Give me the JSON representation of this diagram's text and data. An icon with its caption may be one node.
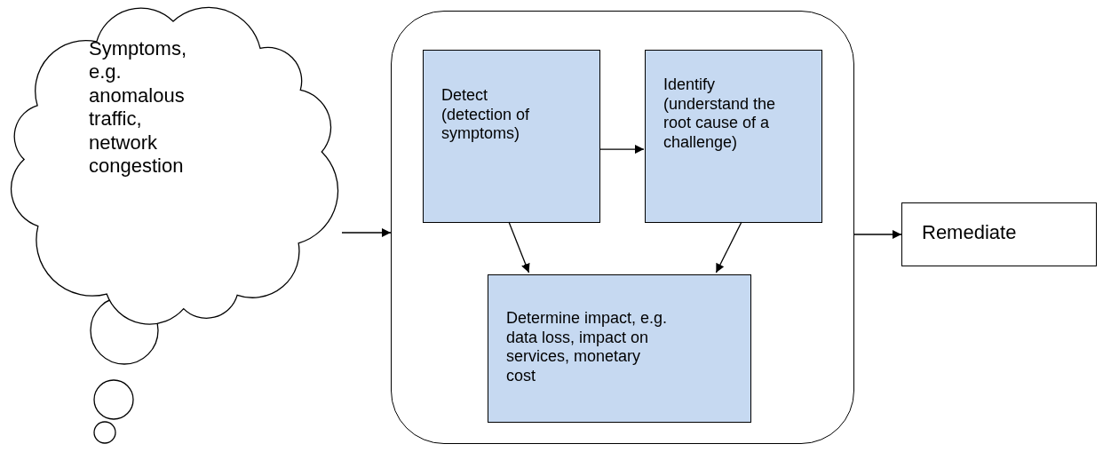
{
  "diagram": {
    "nodes": [
      {
        "text": [
          "Symptoms, e.g. anomalous traffic, network congestion"
        ]
      },
      {
        "text": [],
        "shape": "box"
      },
      {
        "text": [
          "Detect (detection of symptoms)"
        ],
        "in": 1
      },
      {
        "text": [
          "Identify (understand the root cause of a challenge)"
        ],
        "in": 1
      },
      {
        "text": [
          "Determine impact, e.g. data loss, impact on services, monetary cost"
        ],
        "in": 1
      },
      {
        "text": [
          "Remediate"
        ]
      }
    ],
    "edges": [
      {
        "from": 0,
        "to": 1,
        "arrow": "to"
      },
      {
        "from": 2,
        "to": 3,
        "arrow": "to"
      },
      {
        "from": 2,
        "to": 4,
        "arrow": "to"
      },
      {
        "from": 3,
        "to": 4,
        "arrow": "to"
      },
      {
        "from": 1,
        "to": 5,
        "arrow": "to"
      }
    ]
  }
}
